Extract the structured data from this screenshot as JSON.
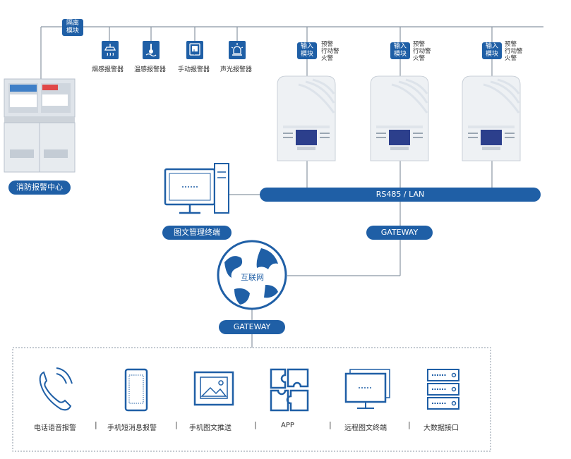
{
  "top": {
    "isolation_module": "隔离模块",
    "sensors": [
      {
        "label": "烟感报警器",
        "icon": "smoke-detector-icon"
      },
      {
        "label": "温感报警器",
        "icon": "heat-detector-icon"
      },
      {
        "label": "手动报警器",
        "icon": "manual-alarm-icon"
      },
      {
        "label": "声光报警器",
        "icon": "strobe-siren-icon"
      }
    ],
    "input_modules": [
      {
        "label": "输入模块",
        "signals": [
          "预警",
          "行动警",
          "火警"
        ]
      },
      {
        "label": "输入模块",
        "signals": [
          "预警",
          "行动警",
          "火警"
        ]
      },
      {
        "label": "输入模块",
        "signals": [
          "预警",
          "行动警",
          "火警"
        ]
      }
    ]
  },
  "center": {
    "fire_center_label": "消防报警中心",
    "management_terminal_label": "图文管理终端",
    "bus_label": "RS485 / LAN",
    "gateway_upper": "GATEWAY",
    "internet_label": "互联网",
    "gateway_lower": "GATEWAY"
  },
  "outputs": [
    {
      "label": "电话语音报警",
      "icon": "phone-icon"
    },
    {
      "label": "手机短消息报警",
      "icon": "mobile-sms-icon"
    },
    {
      "label": "手机图文推送",
      "icon": "image-push-icon"
    },
    {
      "label": "APP",
      "icon": "puzzle-app-icon"
    },
    {
      "label": "远程图文终端",
      "icon": "remote-terminal-icon"
    },
    {
      "label": "大数据接口",
      "icon": "server-rack-icon"
    }
  ],
  "colors": {
    "primary": "#1f5fa6",
    "line": "#7f8c99",
    "device_body": "#eef1f4"
  }
}
